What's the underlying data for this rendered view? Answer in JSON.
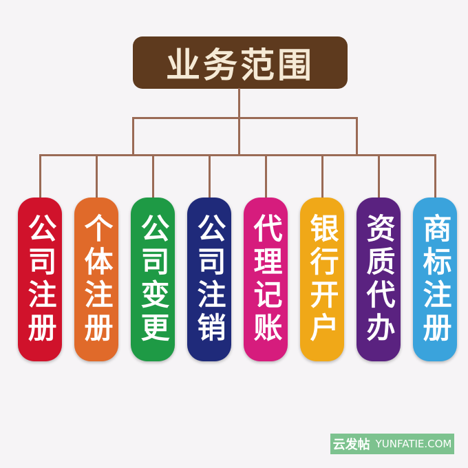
{
  "title": "业务范围",
  "line_color": "#9a6a55",
  "items": [
    {
      "label": "公司注册",
      "color": "#d0122b"
    },
    {
      "label": "个体注册",
      "color": "#e06a2a"
    },
    {
      "label": "公司变更",
      "color": "#1e9a45"
    },
    {
      "label": "公司注销",
      "color": "#1f2a7a"
    },
    {
      "label": "代理记账",
      "color": "#d61c7d"
    },
    {
      "label": "银行开户",
      "color": "#f0a818"
    },
    {
      "label": "资质代办",
      "color": "#5a2280"
    },
    {
      "label": "商标注册",
      "color": "#3aa3dc"
    }
  ],
  "watermark": {
    "cn": "云发帖",
    "en": "YUNFATIE.COM"
  }
}
